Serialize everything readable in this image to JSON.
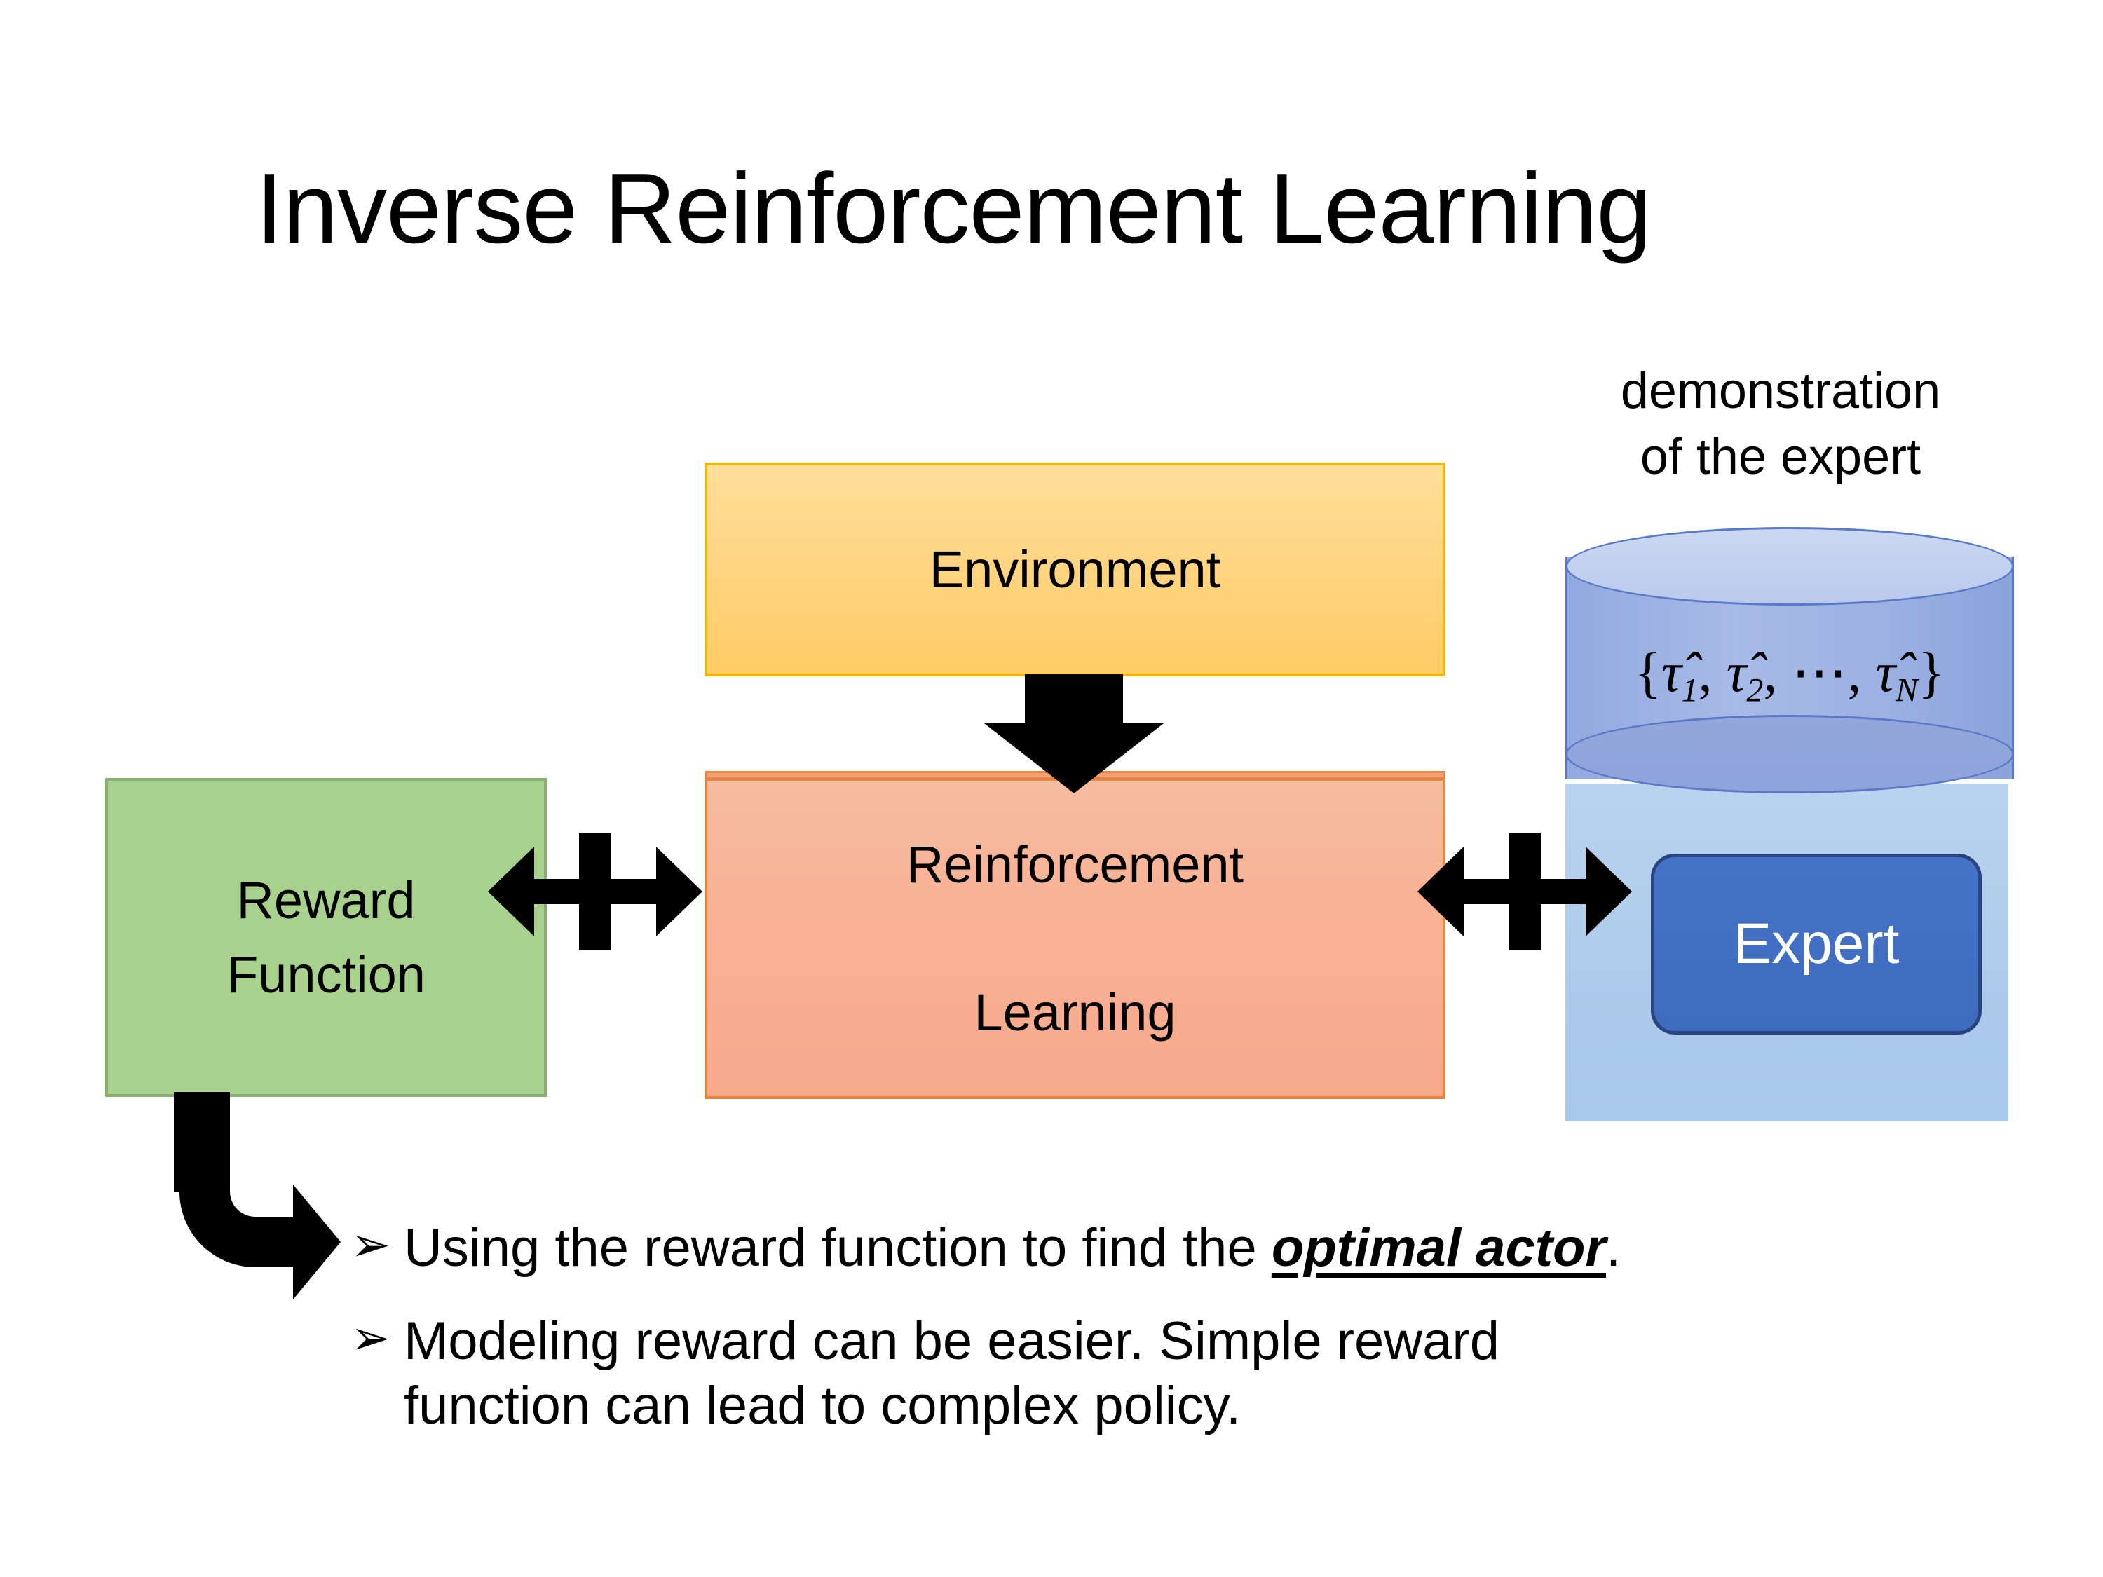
{
  "slide": {
    "title": "Inverse Reinforcement Learning"
  },
  "diagram": {
    "reward_box": {
      "label": "Reward\nFunction",
      "line1": "Reward",
      "line2": "Function",
      "fill": "#A9D18E",
      "border": "#88B06E"
    },
    "environment_box": {
      "label": "Environment",
      "fill": "#FFD37E",
      "border": "#F2B705"
    },
    "rl_box": {
      "line1": "Reinforcement",
      "line2": "Learning",
      "fill": "#F7B094",
      "border": "#E8843C"
    },
    "demonstration_label": {
      "line1": "demonstration",
      "line2": "of the expert"
    },
    "cylinder": {
      "formula_open": "{",
      "tau1": "τ̂",
      "sub1": "1",
      "comma1": ", ",
      "tau2": "τ̂",
      "sub2": "2",
      "comma2": ", ",
      "dots": "⋯",
      "comma3": ", ",
      "tauN": "τ̂",
      "subN": "N",
      "formula_close": "}",
      "formula_plain": "{τ̂1, τ̂2, ⋯, τ̂N}",
      "fill": "#9DB1E3",
      "top_fill": "#C3D2F0",
      "border": "#5B79C9"
    },
    "expert_panel": {
      "fill": "#AECCEC"
    },
    "expert_box": {
      "label": "Expert",
      "fill": "#4472C4",
      "border": "#2A4480",
      "text_color": "#FFFFFF"
    },
    "arrows": {
      "environment_to_rl": "down-arrow",
      "reward_rl_link": "quad-arrow-left",
      "rl_expert_link": "quad-arrow-right",
      "reward_to_bullets": "elbow-arrow",
      "color": "#000000"
    }
  },
  "bullets": [
    {
      "marker": "➢",
      "text_before": "Using the reward function to find the ",
      "emphasis": "optimal actor",
      "text_after": "."
    },
    {
      "marker": "➢",
      "line1": "Modeling reward can be easier. Simple reward",
      "line2": "function can lead to complex policy."
    }
  ]
}
